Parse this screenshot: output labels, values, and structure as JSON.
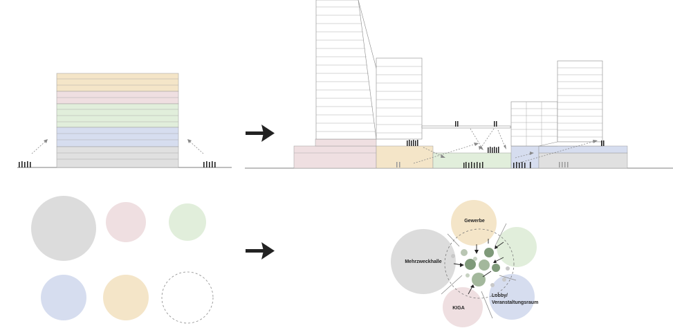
{
  "diagram": {
    "labels": {
      "gewerbe": "Gewerbe",
      "mehrzweckhalle": "Mehrzweckhalle",
      "kiga": "KIGA",
      "lobby_line1": "Lobby/",
      "lobby_line2": "Veranstaltungsraum"
    },
    "colors": {
      "grey": "#dcdcdc",
      "pink": "#efdfe1",
      "green": "#e1eedb",
      "blue": "#d6ddef",
      "beige": "#f4e5c8",
      "dark_green": "#7f9a7a",
      "mid_green": "#a3b89c",
      "line": "#666666"
    },
    "program_circles": [
      "grey",
      "pink",
      "green",
      "blue",
      "beige",
      "dashed-empty"
    ],
    "arrows": [
      "right-arrow-top",
      "right-arrow-bottom"
    ]
  }
}
